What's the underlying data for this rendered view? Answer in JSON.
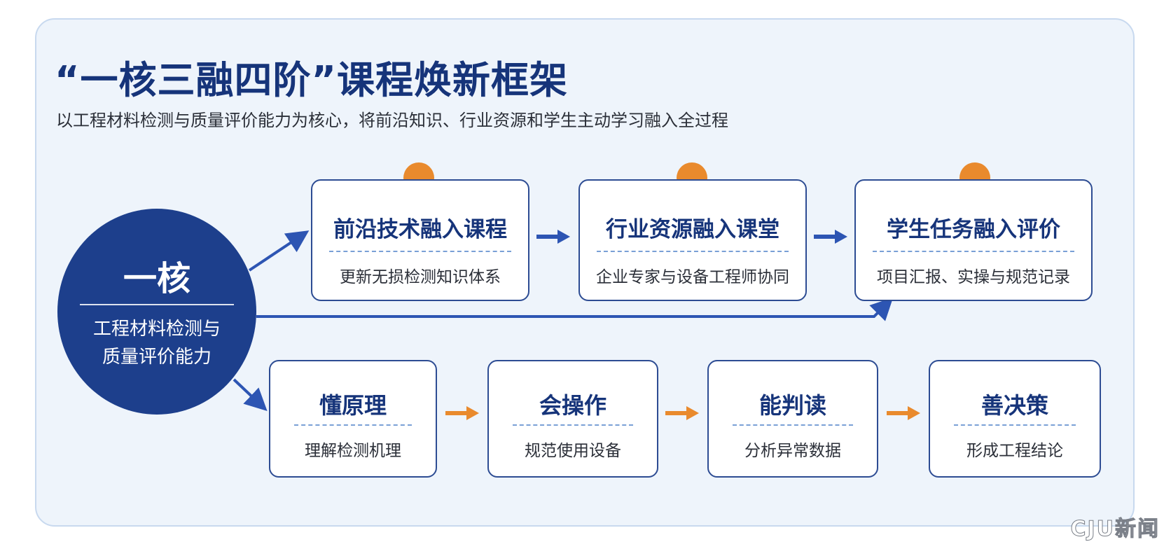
{
  "header": {
    "title": "“一核三融四阶”课程焕新框架",
    "subtitle": "以工程材料检测与质量评价能力为核心，将前沿知识、行业资源和学生主动学习融入全过程"
  },
  "core": {
    "title": "一核",
    "desc_line1": "工程材料检测与",
    "desc_line2": "质量评价能力"
  },
  "integrations": [
    {
      "title": "前沿技术融入课程",
      "desc": "更新无损检测知识体系"
    },
    {
      "title": "行业资源融入课堂",
      "desc": "企业专家与设备工程师协同"
    },
    {
      "title": "学生任务融入评价",
      "desc": "项目汇报、实操与规范记录"
    }
  ],
  "stages": [
    {
      "title": "懂原理",
      "desc": "理解检测机理"
    },
    {
      "title": "会操作",
      "desc": "规范使用设备"
    },
    {
      "title": "能判读",
      "desc": "分析异常数据"
    },
    {
      "title": "善决策",
      "desc": "形成工程结论"
    }
  ],
  "colors": {
    "primary": "#1d3f8c",
    "accent": "#e98a2d",
    "panel": "#eef4fb"
  },
  "watermark": "CJU新闻"
}
